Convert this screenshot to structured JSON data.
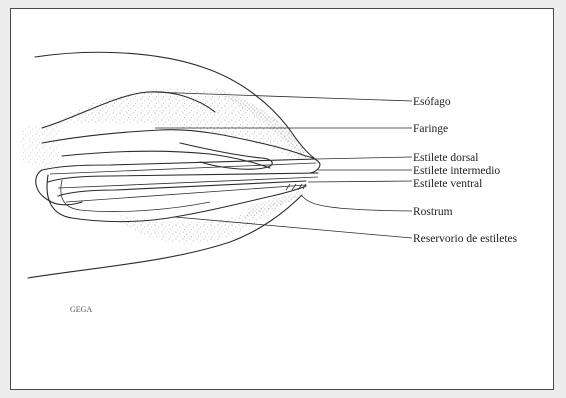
{
  "figure": {
    "labels": {
      "esofago": "Esófago",
      "faringe": "Faringe",
      "estilete_dorsal": "Estilete dorsal",
      "estilete_intermedio": "Estilete intermedio",
      "estilete_ventral": "Estilete ventral",
      "rostrum": "Rostrum",
      "reservorio": "Reservorio de estiletes"
    },
    "credit": "GEGA"
  }
}
